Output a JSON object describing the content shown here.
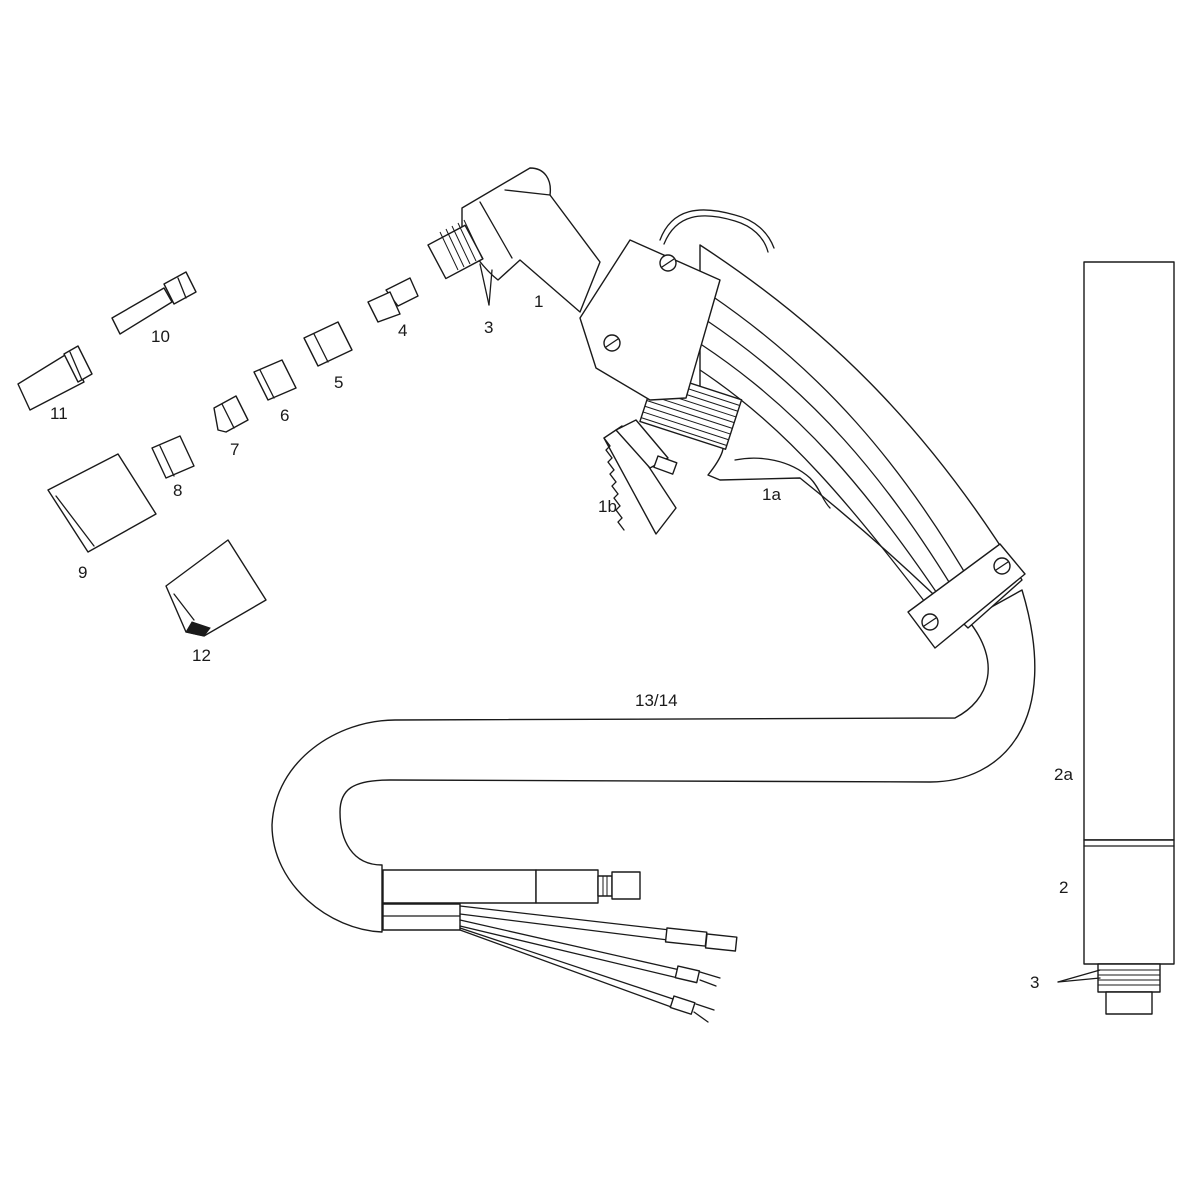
{
  "diagram": {
    "labels": {
      "part_1": "1",
      "part_1a": "1a",
      "part_1b": "1b",
      "part_2": "2",
      "part_2a": "2a",
      "part_3_torch": "3",
      "part_3_sleeve": "3",
      "part_4": "4",
      "part_5": "5",
      "part_6": "6",
      "part_7": "7",
      "part_8": "8",
      "part_9": "9",
      "part_10": "10",
      "part_11": "11",
      "part_12": "12",
      "part_13_14": "13/14"
    },
    "colors": {
      "line": "#1a1a1a",
      "background": "#ffffff"
    }
  }
}
